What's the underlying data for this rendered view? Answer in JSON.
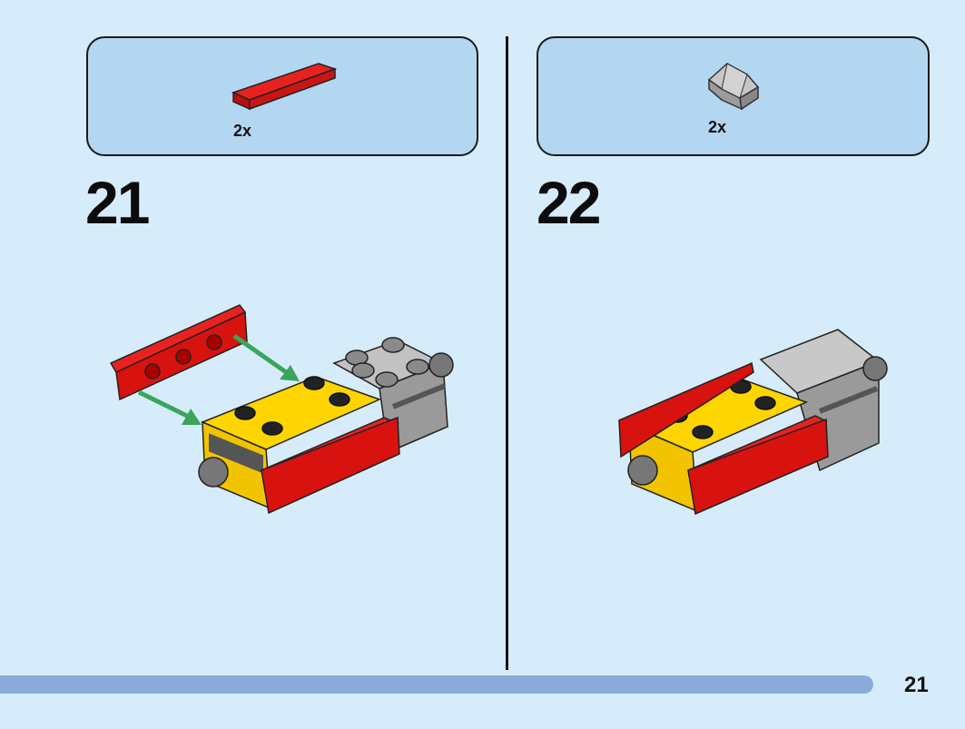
{
  "steps": [
    {
      "number": "21",
      "parts": {
        "quantity": "2x",
        "part_icon": "red-flat-plate-icon",
        "color": "#e30613"
      }
    },
    {
      "number": "22",
      "parts": {
        "quantity": "2x",
        "part_icon": "grey-slope-brick-icon",
        "color": "#a8a8a8"
      }
    }
  ],
  "page": {
    "number": "21"
  },
  "colors": {
    "background": "#d6ecfb",
    "parts_box": "#b3d6f1",
    "progress_bar": "#8aaad9",
    "arrow": "#3aa55a"
  }
}
